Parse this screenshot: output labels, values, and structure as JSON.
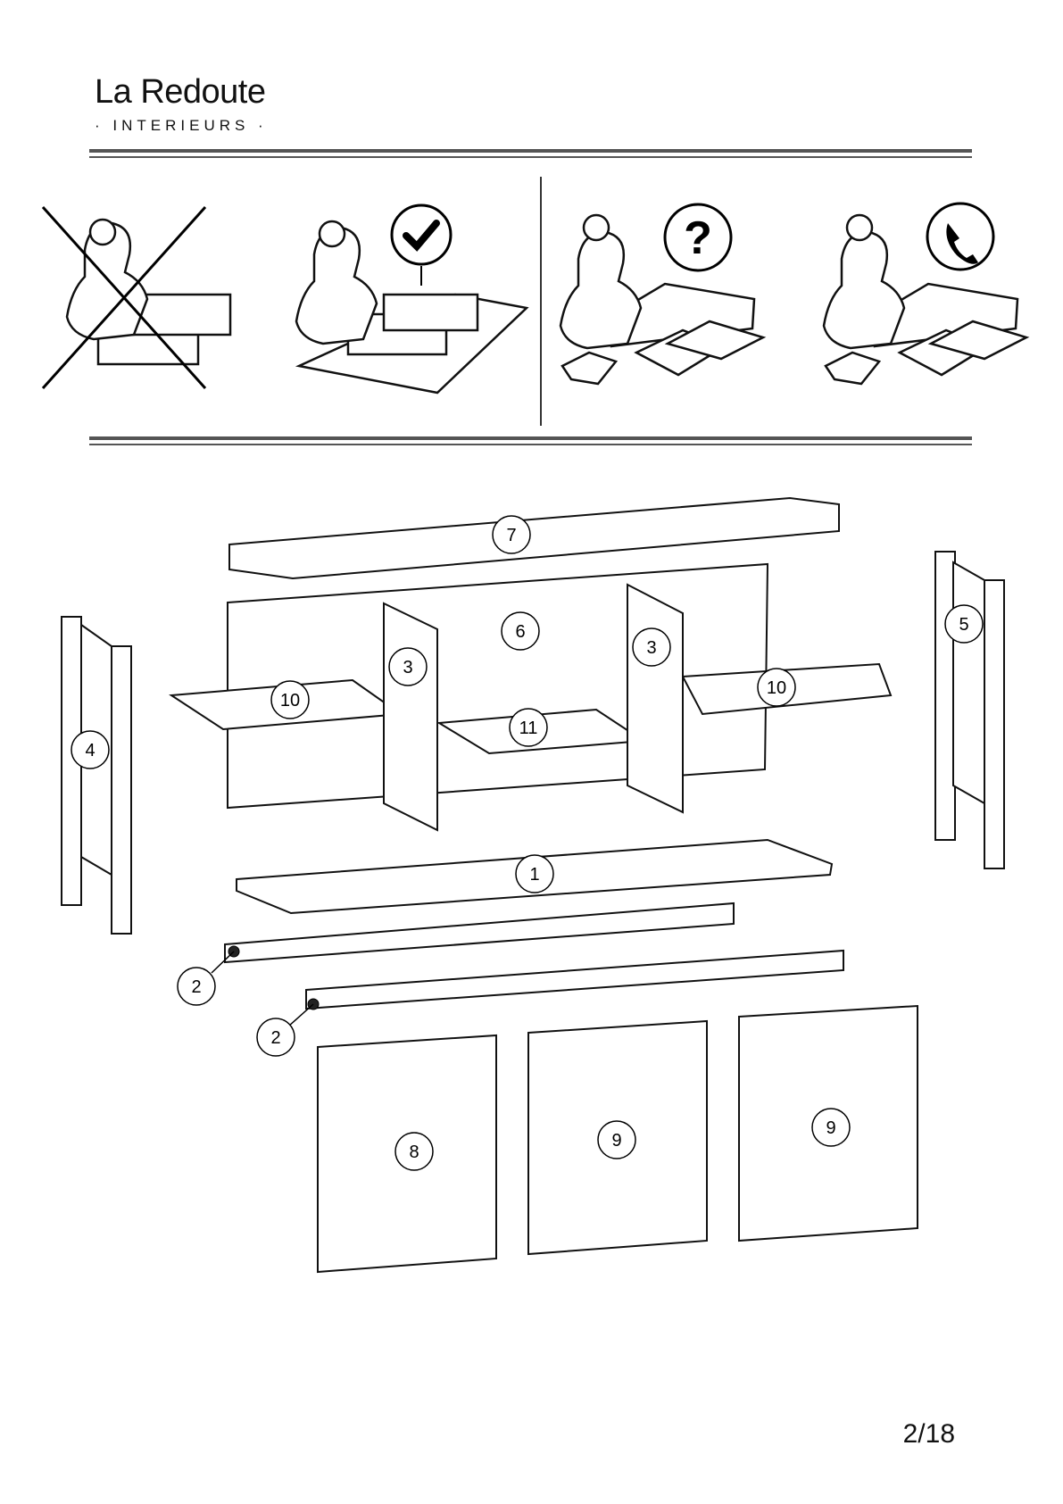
{
  "header": {
    "brand": "La Redoute",
    "sub_brand": "· INTERIEURS ·"
  },
  "instructions": [
    {
      "icon": "cross-icon",
      "meaning": "do not assemble on hard floor"
    },
    {
      "icon": "check-icon",
      "meaning": "assemble on soft mat"
    },
    {
      "icon": "question-icon",
      "meaning": "read the manual"
    },
    {
      "icon": "phone-icon",
      "meaning": "call for help"
    }
  ],
  "parts": [
    {
      "label": "7"
    },
    {
      "label": "6"
    },
    {
      "label": "3"
    },
    {
      "label": "3"
    },
    {
      "label": "10"
    },
    {
      "label": "10"
    },
    {
      "label": "11"
    },
    {
      "label": "4"
    },
    {
      "label": "5"
    },
    {
      "label": "1"
    },
    {
      "label": "2"
    },
    {
      "label": "2"
    },
    {
      "label": "8"
    },
    {
      "label": "9"
    },
    {
      "label": "9"
    }
  ],
  "footer": {
    "page_number": "2/18"
  }
}
